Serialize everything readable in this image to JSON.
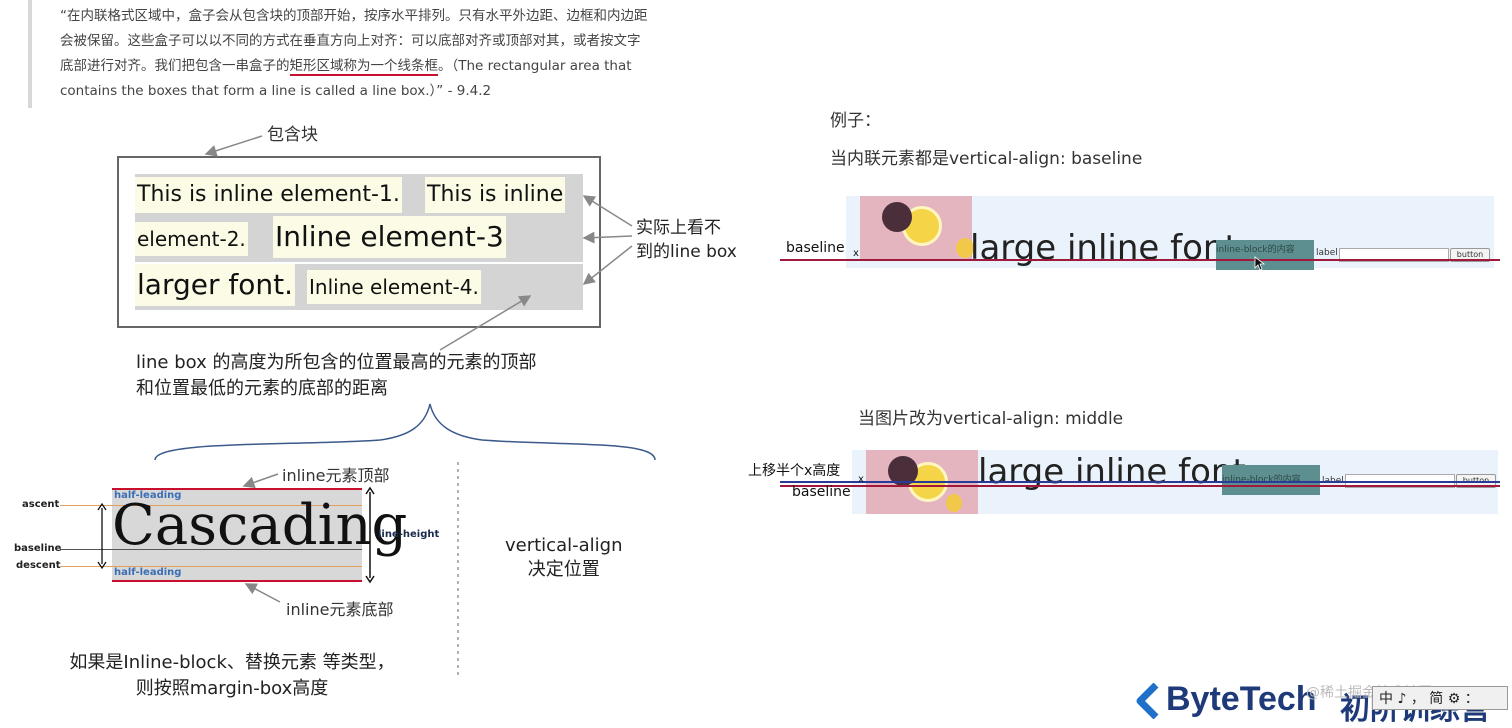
{
  "quote": {
    "line1": "“在内联格式区域中，盒子会从包含块的顶部开始，按序水平排列。只有水平外边距、边框和内边距",
    "line2": "会被保留。这些盒子可以以不同的方式在垂直方向上对齐：可以底部对齐或顶部对其，或者按文字",
    "line3_pre": "底部进行对齐。我们把包含一串盒子的",
    "line3_hl": "矩形区域称为一个线条框",
    "line3_post": "。（The rectangular area that",
    "line4": "contains the boxes that form a line is called a line box.）” - 9.4.2"
  },
  "diagram1": {
    "containing_block": "包含块",
    "seg1": "This is inline element-1.",
    "seg2": "This is inline",
    "seg3": "element-2.",
    "seg4": "Inline element-3",
    "seg5": "larger font.",
    "seg6": "Inline element-4.",
    "invisible_1": "实际上看不",
    "invisible_2": "到的line box",
    "desc_1": "line box 的高度为所包含的位置最高的元素的顶部",
    "desc_2": "和位置最低的元素的底部的距离"
  },
  "diagram2": {
    "top_label": "inline元素顶部",
    "bottom_label": "inline元素底部",
    "ascent": "ascent",
    "baseline": "baseline",
    "descent": "descent",
    "half_leading_top": "half-leading",
    "half_leading_bottom": "half-leading",
    "line_height": "line-height",
    "word": "Cascading",
    "va_1": "vertical-align",
    "va_2": "决定位置",
    "note_1": "如果是Inline-block、替换元素 等类型，",
    "note_2": "则按照margin-box高度"
  },
  "examples": {
    "heading": "例子：",
    "case1": "当内联元素都是vertical-align: baseline",
    "case2": "当图片改为vertical-align: middle",
    "baseline_label": "baseline",
    "x_label": "x",
    "large_font": "large inline font",
    "inline_block": "inline-block的内容",
    "label_txt": "label",
    "button": "button",
    "shift_label": "上移半个x高度",
    "baseline_label2": "baseline"
  },
  "footer": {
    "brand": "ByteTech",
    "sub": "初阶训练营",
    "watermark": "@稀土掘金技术社区",
    "toolbar": "中 ♪ ， 简 ⚙ ："
  },
  "colors": {
    "accent_red": "#c8102e",
    "teal": "#5e8f90",
    "brand_blue": "#1e3a78",
    "leading_blue": "#3b6fb5"
  }
}
